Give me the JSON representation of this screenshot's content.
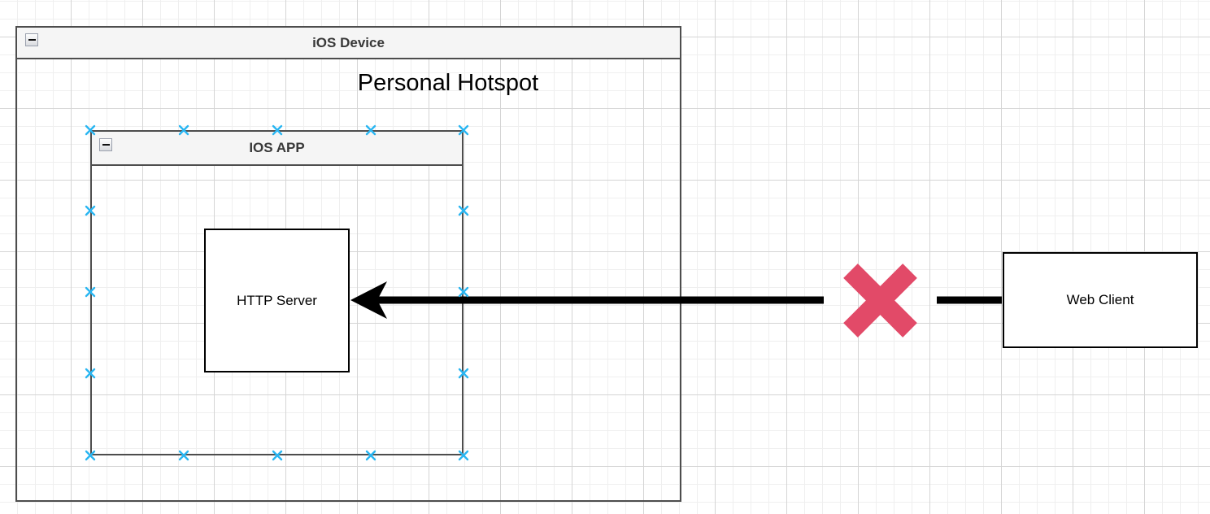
{
  "diagram": {
    "ios_device": {
      "title": "iOS Device",
      "subtitle": "Personal Hotspot"
    },
    "ios_app": {
      "title": "IOS APP"
    },
    "http_server": {
      "label": "HTTP Server"
    },
    "web_client": {
      "label": "Web Client"
    },
    "collapse_button_glyph": "minus-icon",
    "blocked_marker": "blocked-cross-icon"
  },
  "colors": {
    "canvas_bg": "#ffffff",
    "grid_minor": "#efefef",
    "grid_major": "#d5d5d5",
    "container_border": "#4d4d4d",
    "header_fill": "#f5f5f5",
    "title_text": "#383838",
    "node_border": "#000000",
    "node_fill": "#ffffff",
    "edge": "#000000",
    "blocked_x": "#e24a68",
    "connection_point": "#29b6f2"
  }
}
